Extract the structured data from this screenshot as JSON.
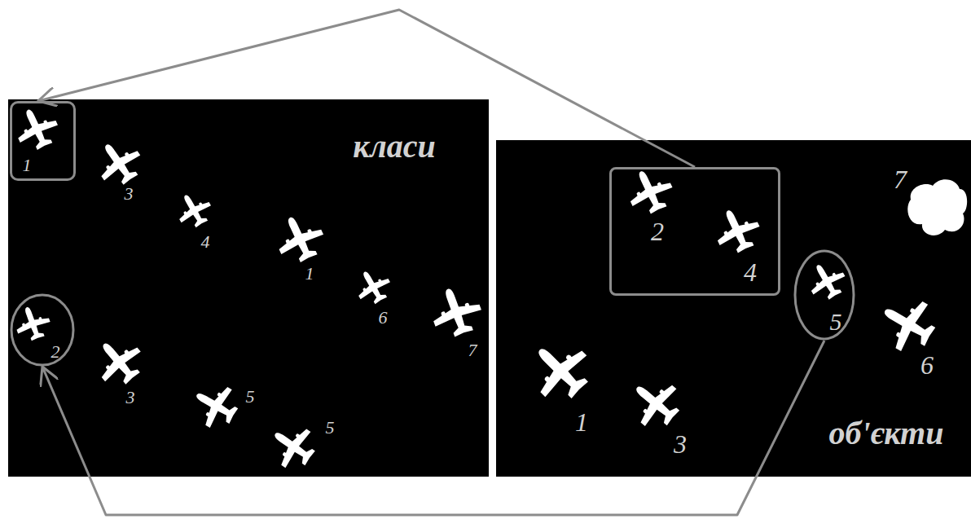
{
  "diagram": {
    "nodes": [
      {
        "text": [
          "класи"
        ]
      },
      {
        "text": [
          "1"
        ],
        "in": 0
      },
      {
        "text": [
          "2"
        ],
        "in": 0
      },
      {
        "text": [
          "об'єкти"
        ]
      },
      {
        "text": [
          "2",
          "4"
        ],
        "in": 3
      },
      {
        "text": [
          "5"
        ],
        "in": 3
      }
    ],
    "edges": [
      {
        "from": 4,
        "to": 1,
        "arrow": "to"
      },
      {
        "from": 5,
        "to": 2,
        "arrow": "to"
      }
    ],
    "labels": [
      "3",
      "4",
      "1",
      "6",
      "7",
      "3",
      "5",
      "5",
      "7",
      "1",
      "3",
      "6"
    ]
  }
}
